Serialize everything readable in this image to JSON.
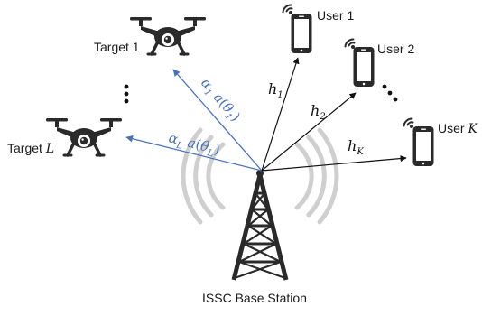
{
  "labels": {
    "target_1": "Target 1",
    "target_L_prefix": "Target",
    "target_L_var": "L",
    "user_1": "User 1",
    "user_2": "User 2",
    "user_K_prefix": "User",
    "user_K_var": "K",
    "base_station": "ISSC Base Station"
  },
  "channels": {
    "h1": {
      "sym": "h",
      "sub": "1"
    },
    "h2": {
      "sym": "h",
      "sub": "2"
    },
    "hK": {
      "sym": "h",
      "sub": "K"
    }
  },
  "steering": {
    "target_1": {
      "alpha": "α",
      "alpha_sub": "1",
      "a": "a",
      "theta": "θ",
      "theta_sub": "1"
    },
    "target_L": {
      "alpha": "α",
      "alpha_sub": "L",
      "a": "a",
      "theta": "θ",
      "theta_sub": "L"
    }
  },
  "ellipsis": "⋮",
  "colors": {
    "sensing_beam": "#4a72b8",
    "comm_link": "#111111",
    "device": "#2a2a2a",
    "waves": "#c8c8c8"
  },
  "icons": {
    "target": "drone-icon",
    "user": "smartphone-icon",
    "signal": "wifi-signal-icon",
    "base_station": "cell-tower-icon"
  }
}
